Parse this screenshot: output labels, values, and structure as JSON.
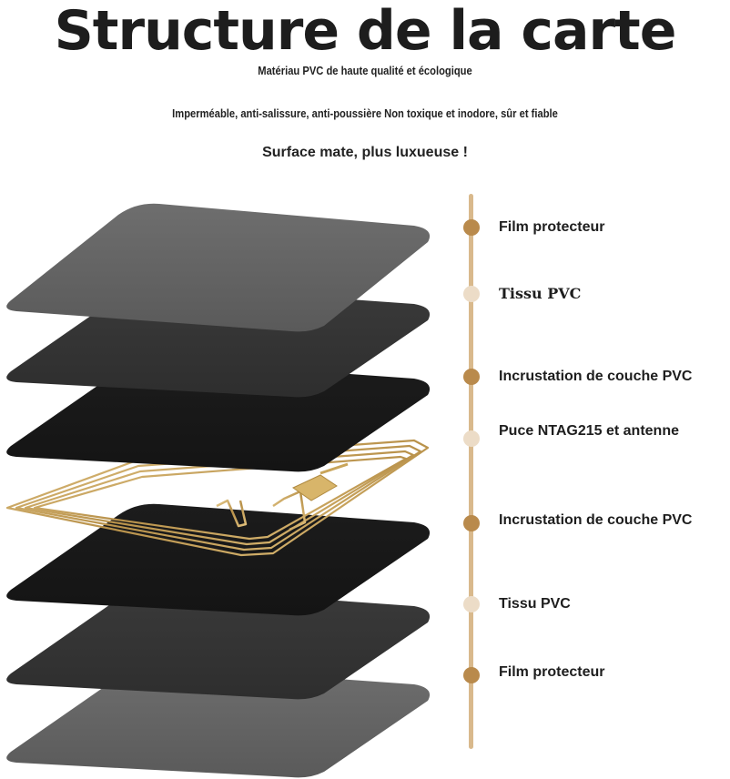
{
  "header": {
    "title": "Structure de la carte",
    "line1": "Matériau PVC de haute qualité et écologique",
    "line2": "Imperméable, anti-salissure, anti-poussière Non toxique et inodore, sûr et fiable",
    "line3": "Surface mate, plus luxueuse !"
  },
  "layers": [
    {
      "label": "Film protecteur",
      "dot_color": "#b98a4c"
    },
    {
      "label": "Tissu PVC",
      "dot_color": "#ecdcc7"
    },
    {
      "label": "Incrustation de couche PVC",
      "dot_color": "#b98a4c"
    },
    {
      "label": "Puce NTAG215 et antenne",
      "dot_color": "#ecdcc7"
    },
    {
      "label": "Incrustation de couche PVC",
      "dot_color": "#b98a4c"
    },
    {
      "label": "Tissu PVC",
      "dot_color": "#ecdcc7"
    },
    {
      "label": "Film protecteur",
      "dot_color": "#b98a4c"
    }
  ],
  "colors": {
    "timeline": "#d9b98c",
    "antenna_gold": "#c9a55a"
  }
}
